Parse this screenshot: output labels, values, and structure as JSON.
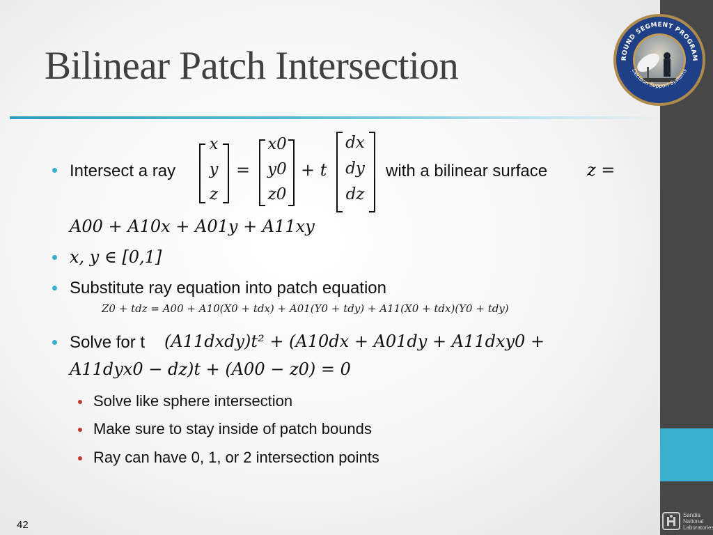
{
  "slide": {
    "title": "Bilinear Patch Intersection",
    "page_number": "42",
    "colors": {
      "accent": "#38b1cf",
      "bar": "#474747",
      "sub_bullet": "#c0392b"
    }
  },
  "logo": {
    "ring_text": "GROUND SEGMENT PROGRAMS",
    "bottom_text": "Decision Support Systems"
  },
  "footer_logo": {
    "lines": [
      "Sandia",
      "National",
      "Laboratories"
    ]
  },
  "bullets": {
    "b1_prefix": "Intersect a ray",
    "b1_vec_lhs": [
      "x",
      "y",
      "z"
    ],
    "b1_eq": "=",
    "b1_vec_origin": [
      "x0",
      "y0",
      "z0"
    ],
    "b1_plus_t": "+ t",
    "b1_vec_dir": [
      "dx",
      "dy",
      "dz"
    ],
    "b1_suffix": "with a bilinear surface",
    "b1_surface_lhs": "z =",
    "b1_line2": "A00 + A10x + A01y + A11xy",
    "b2": "x, y ∈ [0,1]",
    "b3": "Substitute ray equation into patch equation",
    "b3_equation": "Z0 + tdz = A00 + A10(X0 + tdx) + A01(Y0 + tdy) + A11(X0 + tdx)(Y0 + tdy)",
    "b4_prefix": "Solve for t",
    "b4_line1": "(A11dxdy)t² + (A10dx + A01dy + A11dxy0 +",
    "b4_line2": "A11dyx0 − dz)t + (A00 − z0) = 0"
  },
  "sub_bullets": [
    "Solve like sphere intersection",
    "Make sure to stay inside of patch bounds",
    "Ray can have 0, 1, or 2 intersection points"
  ]
}
